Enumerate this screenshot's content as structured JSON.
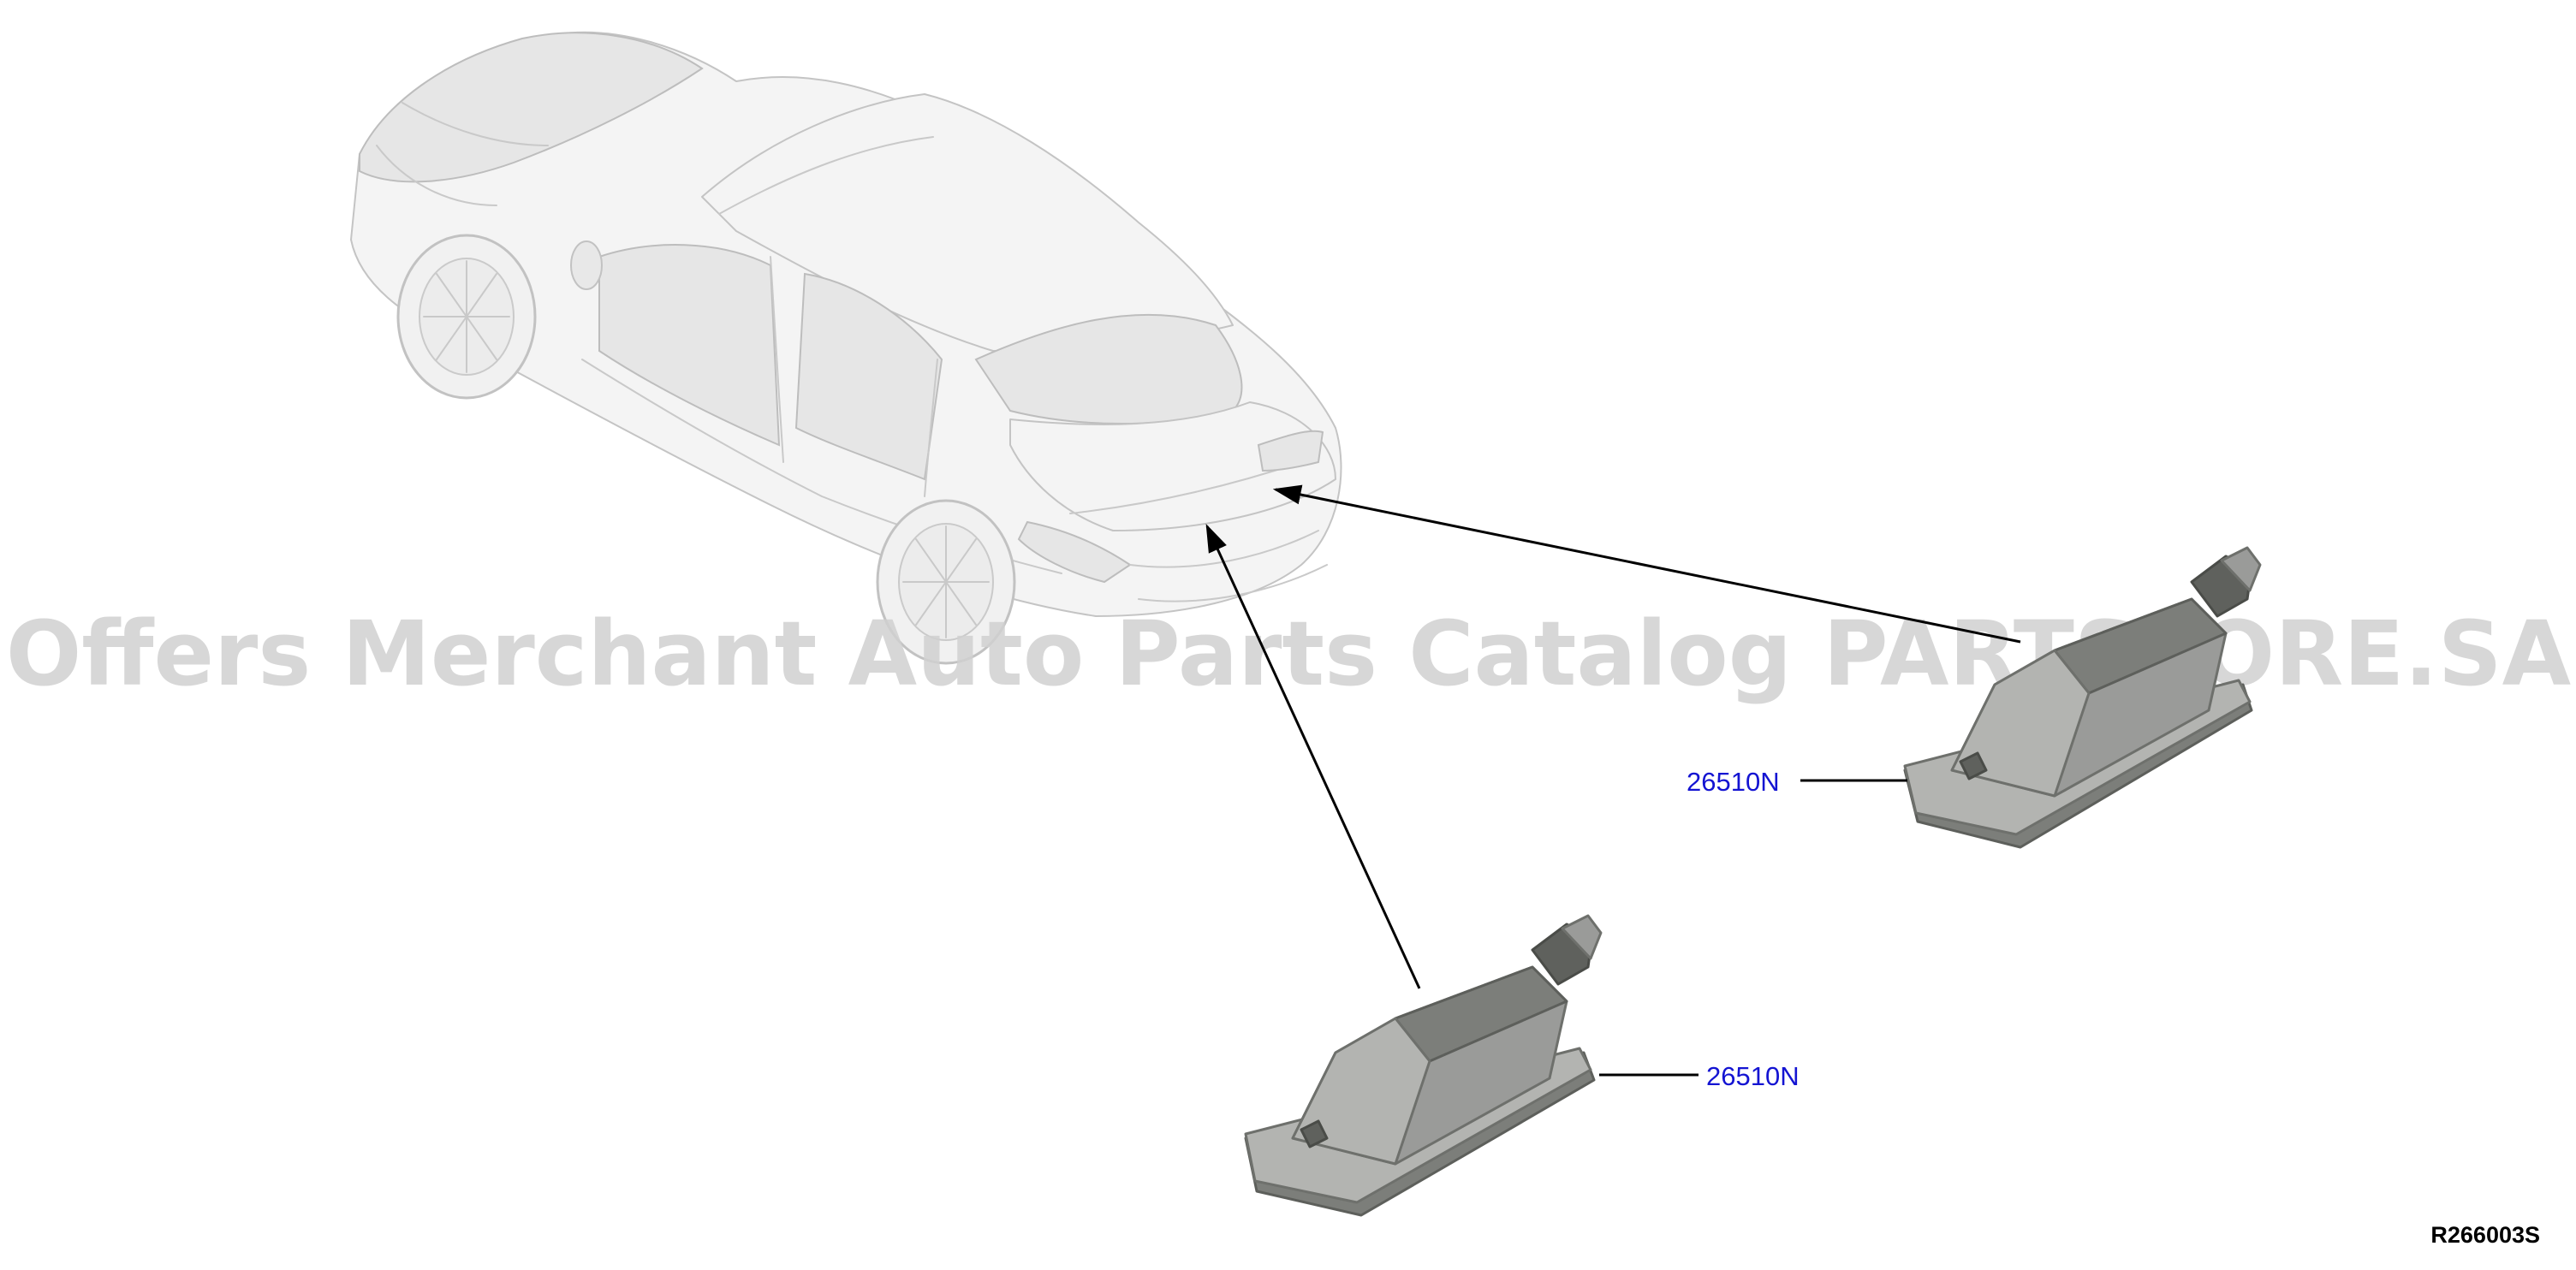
{
  "callouts": [
    {
      "part_number": "26510N"
    },
    {
      "part_number": "26510N"
    }
  ],
  "watermark": "Offers Merchant Auto Parts Catalog PARTSTORE.SA",
  "diagram_code": "R266003S",
  "colors": {
    "callout_text": "#1414d2",
    "watermark": "#d0d0d0",
    "part_body": "#9a9b99",
    "car_outline": "#c9c9c9"
  }
}
